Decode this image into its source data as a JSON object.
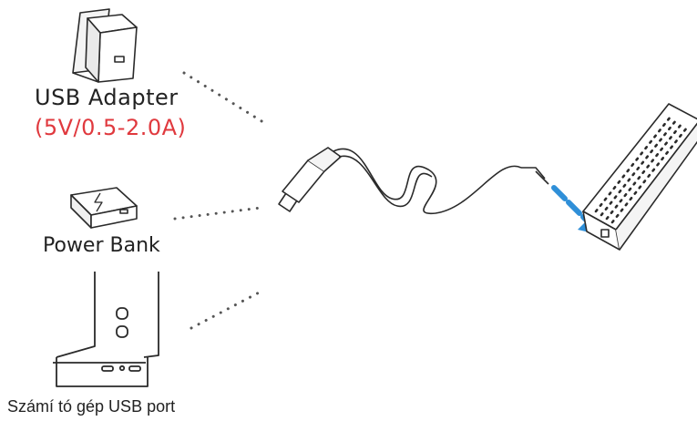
{
  "sources": {
    "usb_adapter": {
      "label": "USB Adapter",
      "spec": "(5V/0.5-2.0A)"
    },
    "power_bank": {
      "label": "Power Bank"
    },
    "computer": {
      "label": "Számí tó gép USB port"
    }
  },
  "colors": {
    "line": "#2a2a2a",
    "spec_text": "#e0393e",
    "arrow": "#2f8fd8",
    "dots": "#555555"
  },
  "icons": [
    "wall-adapter-icon",
    "power-bank-icon",
    "computer-tower-icon",
    "usb-cable-icon",
    "battery-pack-icon",
    "insert-arrow-icon"
  ]
}
